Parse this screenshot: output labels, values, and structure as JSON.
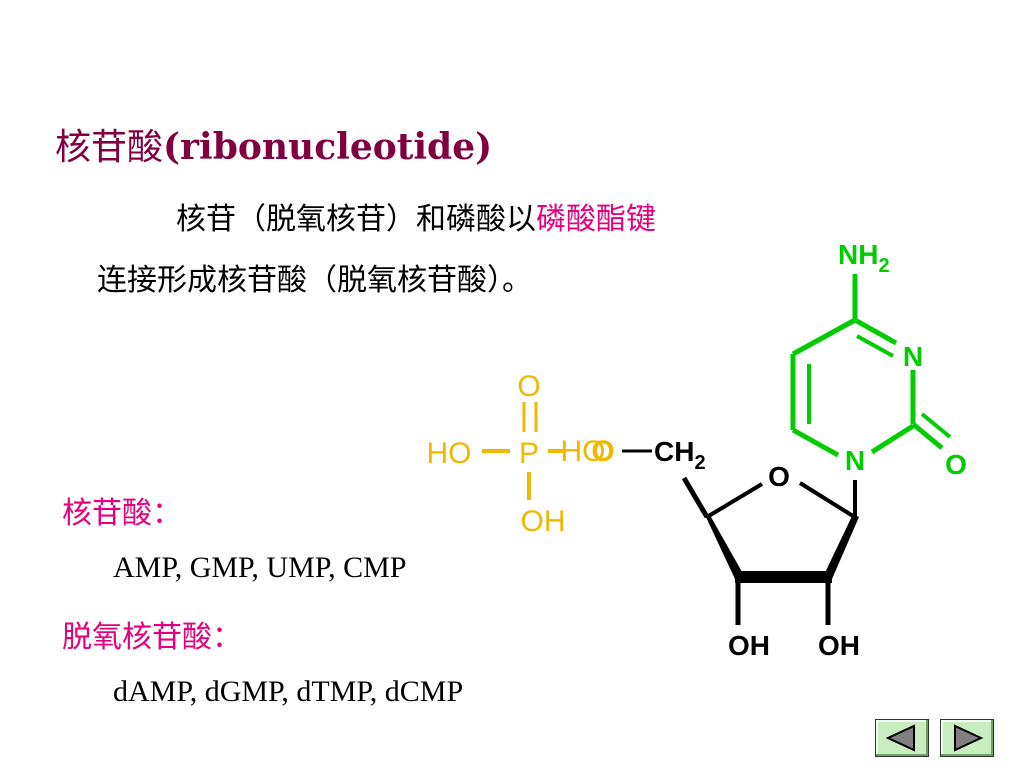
{
  "slide": {
    "title_zh": "核苷酸",
    "title_en": "(ribonucleotide)",
    "sentence_line1_a": "核苷（脱氧核苷）和磷酸以",
    "sentence_line1_highlight": "磷酸酯键",
    "sentence_line2": "连接形成核苷酸（脱氧核苷酸）。",
    "ribo_label": "核苷酸：",
    "ribo_list": "AMP, GMP, UMP, CMP",
    "deoxy_label": "脱氧核苷酸：",
    "deoxy_list": "dAMP, dGMP, dTMP, dCMP"
  },
  "molecule": {
    "phosphate": {
      "o_top": "O",
      "ho_left": "HO",
      "p": "P",
      "ho_right": "HO",
      "oh_bottom": "OH"
    },
    "sugar": {
      "o_link": "O",
      "ch": "CH",
      "ch_sub": "2",
      "ring_o": "O",
      "oh_left": "OH",
      "oh_right": "OH"
    },
    "base": {
      "nh": "NH",
      "nh_sub": "2",
      "n_top": "N",
      "n_bottom": "N",
      "o": "O"
    },
    "colors": {
      "phosphate": "#f0b800",
      "base": "#00cc00",
      "sugar": "#000000"
    }
  },
  "navigation": {
    "prev_icon": "triangle-left-icon",
    "next_icon": "triangle-right-icon"
  }
}
